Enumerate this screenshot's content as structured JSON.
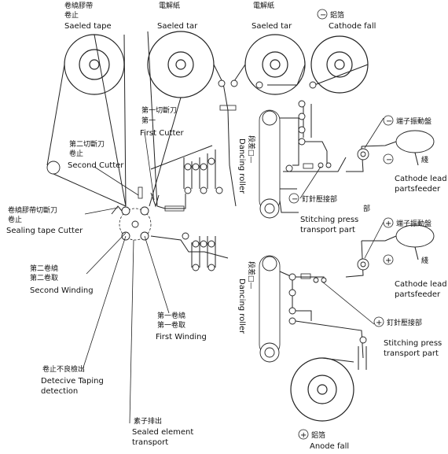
{
  "labels": {
    "sealed_tape_cn": "卷繞膠帶",
    "sealed_tape_cn2": "卷止",
    "sealed_tape_en": "Saeled tape",
    "sealed_tar1_cn": "電解紙",
    "sealed_tar1_en": "Saeled tar",
    "sealed_tar2_cn": "電解紙",
    "sealed_tar2_en": "Saeled tar",
    "cathode_fall_sym": "−",
    "cathode_fall_cn": "鋁箔",
    "cathode_fall_en": "Cathode fall",
    "first_cutter_cn1": "第一切斷刀",
    "first_cutter_cn2": "第一",
    "first_cutter_en": "First Cutter",
    "second_cutter_cn": "第二切斷刀",
    "second_cutter_cn2": "卷止",
    "second_cutter_en": "Second Cutter",
    "sealing_tape_cutter_cn": "卷繞膠帶切斷刀",
    "sealing_tape_cutter_cn2": "卷止",
    "sealing_tape_cutter_en": "Sealing tape Cutter",
    "dancing_roller_1": "Dancing roller",
    "dancing_roller_2": "Dancing roller",
    "vertical_cn_1": "段差□—",
    "vertical_cn_2": "段差□—",
    "second_winding_cn1": "第二卷繞",
    "second_winding_cn2": "第二卷取",
    "second_winding_en": "Second Winding",
    "first_winding_cn1": "第一卷繞",
    "first_winding_cn2": "第一卷取",
    "first_winding_en": "First Winding",
    "detective_cn": "卷止不良檢出",
    "detective_en1": "Detecive Taping",
    "detective_en2": "detection",
    "sealed_element_cn": "素子排出",
    "sealed_element_en1": "Sealed element",
    "sealed_element_en2": "transport",
    "cathode_lead_sym": "−",
    "cathode_lead_cn": "端子振動盤",
    "cathode_lead_cn2": "綫",
    "cathode_lead_en1": "Cathode lead",
    "cathode_lead_en2": "partsfeeder",
    "cathode_lead_sym2": "−",
    "stitch1_sym": "−",
    "stitch1_cn": "釘針壓接部",
    "stitch1_cn2": "部",
    "stitch1_en1": "Stitching press",
    "stitch1_en2": "transport part",
    "cathode_lead2_sym": "+",
    "cathode_lead2_cn": "端子振動盤",
    "cathode_lead2_cn2": "綫",
    "cathode_lead2_en1": "Cathode lead",
    "cathode_lead2_en2": "partsfeeder",
    "cathode_lead2_sym2": "+",
    "stitch2_sym": "+",
    "stitch2_cn": "釘針壓接部",
    "stitch2_en1": "Stitching press",
    "stitch2_en2": "transport part",
    "anode_fall_sym": "+",
    "anode_fall_cn": "鋁箔",
    "anode_fall_en": "Anode fall"
  }
}
